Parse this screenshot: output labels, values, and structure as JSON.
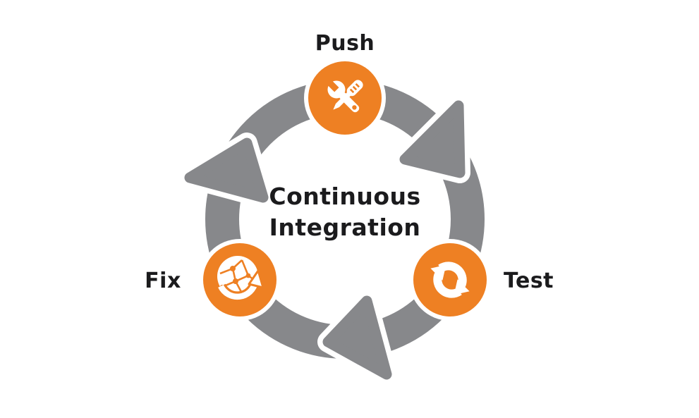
{
  "diagram": {
    "title": "Continuous Integration",
    "cycle_direction": "clockwise",
    "nodes": [
      {
        "label": "Push",
        "icon": "tools-icon",
        "position": "top"
      },
      {
        "label": "Test",
        "icon": "sync-icon",
        "position": "right"
      },
      {
        "label": "Fix",
        "icon": "globe-refresh-icon",
        "position": "left"
      }
    ],
    "colors": {
      "node_orange": "#EE8023",
      "ring_gray": "#87888B",
      "text_black": "#1B1B1D",
      "background": "#FFFFFF"
    }
  }
}
